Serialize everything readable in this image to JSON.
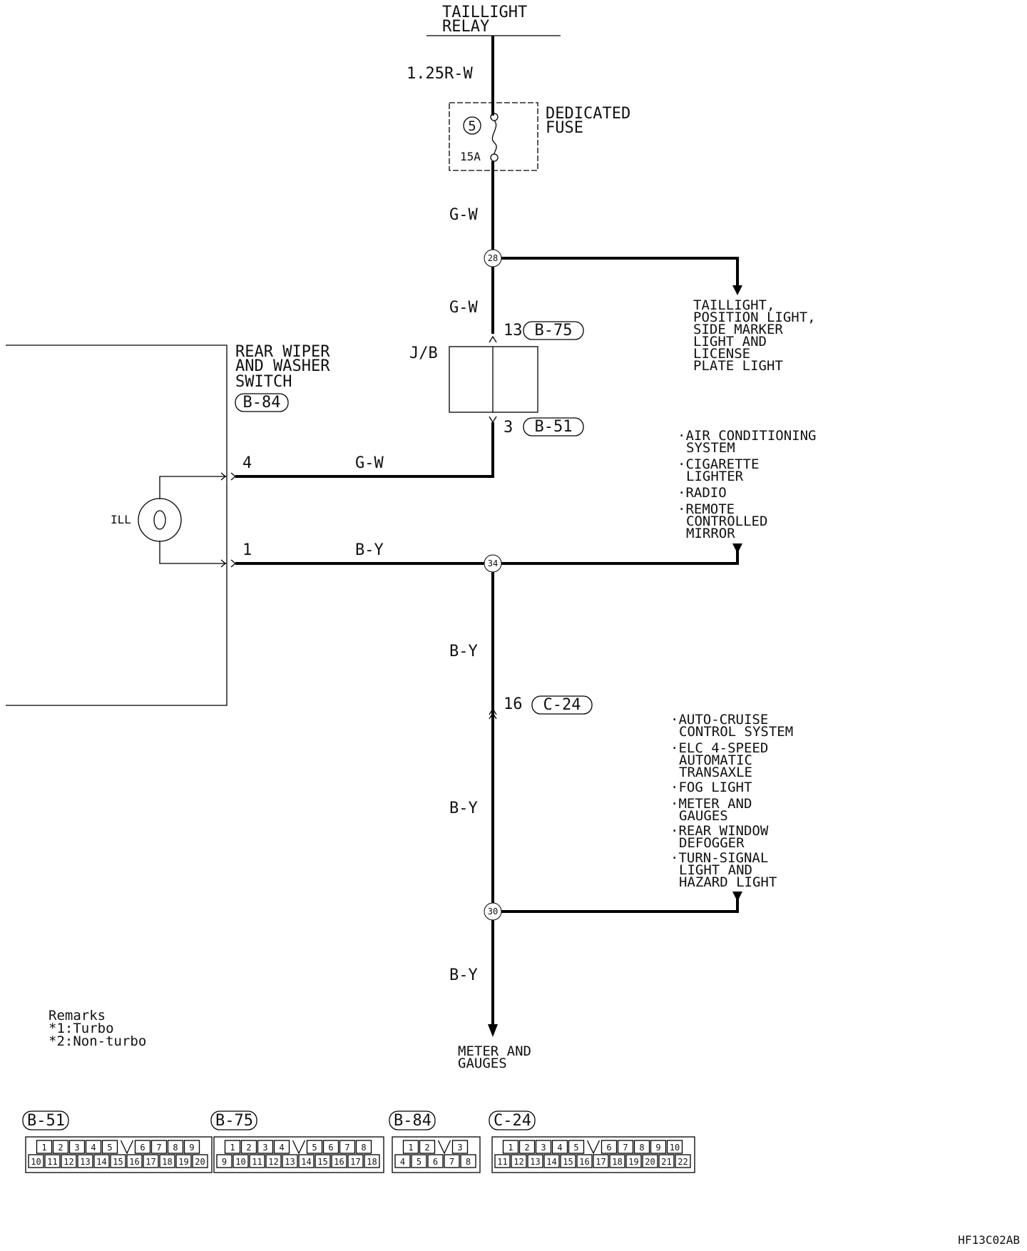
{
  "relay_label_line1": "TAILLIGHT",
  "relay_label_line2": "RELAY",
  "wire_top": "1.25R-W",
  "fuse": {
    "label_line1": "DEDICATED",
    "label_line2": "FUSE",
    "number": "5",
    "rating": "15A"
  },
  "wire_gw": "G-W",
  "wire_by": "B-Y",
  "junctions": {
    "j28": "28",
    "j34": "34",
    "j30": "30"
  },
  "jb_label": "J/B",
  "jb_top_pin": "13",
  "jb_top_connector": "B-75",
  "jb_bottom_pin": "3",
  "jb_bottom_connector": "B-51",
  "switch": {
    "line1": "REAR WIPER",
    "line2": "AND WASHER",
    "line3": "SWITCH",
    "connector": "B-84",
    "pin4": "4",
    "pin1": "1",
    "lamp_label": "ILL"
  },
  "connector_c24_pin": "16",
  "connector_c24": "C-24",
  "dest_taillight": [
    "TAILLIGHT,",
    "POSITION LIGHT,",
    "SIDE MARKER",
    "LIGHT AND",
    "LICENSE",
    "PLATE LIGHT"
  ],
  "dest_ac": [
    [
      "AIR CONDITIONING",
      "SYSTEM"
    ],
    [
      "CIGARETTE",
      "LIGHTER"
    ],
    [
      "RADIO"
    ],
    [
      "REMOTE",
      "CONTROLLED",
      "MIRROR"
    ]
  ],
  "dest_cruise": [
    [
      "AUTO-CRUISE",
      "CONTROL SYSTEM"
    ],
    [
      "ELC 4-SPEED",
      "AUTOMATIC",
      "TRANSAXLE"
    ],
    [
      "FOG LIGHT"
    ],
    [
      "METER AND",
      "GAUGES"
    ],
    [
      "REAR WINDOW",
      "DEFOGGER"
    ],
    [
      "TURN-SIGNAL",
      "LIGHT AND",
      "HAZARD LIGHT"
    ]
  ],
  "dest_meter_line1": "METER AND",
  "dest_meter_line2": "GAUGES",
  "remarks": {
    "title": "Remarks",
    "r1": "*1:Turbo",
    "r2": "*2:Non-turbo"
  },
  "connectors": [
    {
      "id": "B-51",
      "top": [
        "1",
        "2",
        "3",
        "4",
        "5",
        "6",
        "7",
        "8",
        "9"
      ],
      "bottom": [
        "10",
        "11",
        "12",
        "13",
        "14",
        "15",
        "16",
        "17",
        "18",
        "19",
        "20"
      ]
    },
    {
      "id": "B-75",
      "top": [
        "1",
        "2",
        "3",
        "4",
        "5",
        "6",
        "7",
        "8"
      ],
      "bottom": [
        "9",
        "10",
        "11",
        "12",
        "13",
        "14",
        "15",
        "16",
        "17",
        "18"
      ]
    },
    {
      "id": "B-84",
      "top": [
        "1",
        "2",
        "3"
      ],
      "bottom": [
        "4",
        "5",
        "6",
        "7",
        "8"
      ]
    },
    {
      "id": "C-24",
      "top": [
        "1",
        "2",
        "3",
        "4",
        "5",
        "6",
        "7",
        "8",
        "9",
        "10"
      ],
      "bottom": [
        "11",
        "12",
        "13",
        "14",
        "15",
        "16",
        "17",
        "18",
        "19",
        "20",
        "21",
        "22"
      ]
    }
  ],
  "figure_code": "HF13C02AB"
}
